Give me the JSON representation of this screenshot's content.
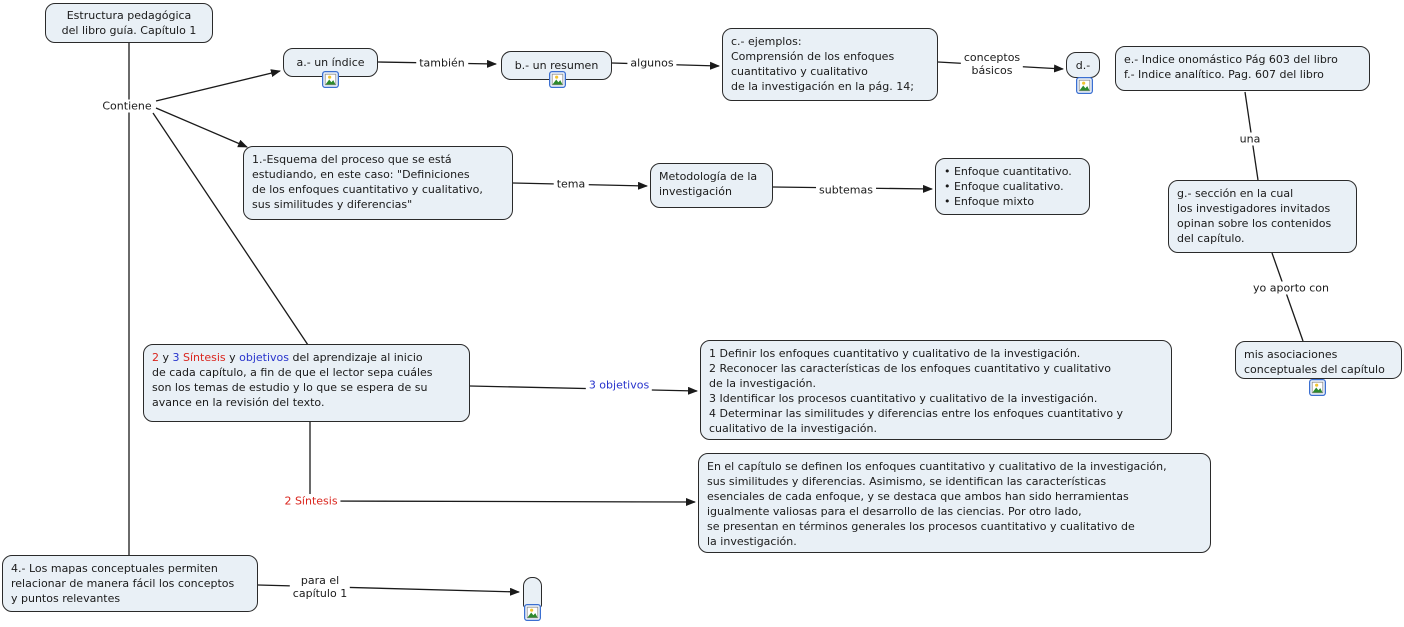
{
  "colors": {
    "node_fill": "#e9f0f6",
    "node_border": "#2a2a2a",
    "line": "#1a1a1a",
    "red": "#da251d",
    "blue": "#2733cc",
    "icon_border": "#3b6fd1"
  },
  "nodes": {
    "title": "Estructura pedagógica\ndel libro guía. Capítulo 1",
    "a_indice": "a.- un índice",
    "b_resumen": "b.- un resumen",
    "c_ejemplos": "c.- ejemplos:\nComprensión de los enfoques\ncuantitativo y cualitativo\nde la investigación en la pág. 14;",
    "d": "d.-",
    "ef_indices": "e.- Indice onomástico Pág 603 del libro\nf.- Indice analítico. Pag. 607 del libro",
    "g_seccion": "g.- sección en la cual\nlos investigadores invitados\nopinan sobre los contenidos\ndel capítulo.",
    "mis_asociaciones": "mis asociaciones\nconceptuales del capítulo",
    "esquema": "1.-Esquema del proceso que se está\nestudiando, en este caso: \"Definiciones\nde los enfoques cuantitativo y cualitativo,\nsus similitudes y diferencias\"",
    "metodologia": "Metodología de la\ninvestigación",
    "enfoques": "• Enfoque cuantitativo.\n• Enfoque cualitativo.\n• Enfoque mixto",
    "sintesis_objetivos": {
      "parts": [
        {
          "text": "2",
          "color": "red"
        },
        {
          "text": " y ",
          "color": "black"
        },
        {
          "text": "3",
          "color": "blue"
        },
        {
          "text": "  ",
          "color": "black"
        },
        {
          "text": "Síntesis",
          "color": "red"
        },
        {
          "text": " y ",
          "color": "black"
        },
        {
          "text": "objetivos",
          "color": "blue"
        },
        {
          "text": " del aprendizaje al inicio\nde cada capítulo, a fin de que el lector sepa cuáles\nson los temas de estudio y lo que se espera de su\navance en la revisión del texto.",
          "color": "black"
        }
      ]
    },
    "objetivos": "1 Definir los enfoques cuantitativo y cualitativo de la investigación.\n2 Reconocer las características de los enfoques cuantitativo y cualitativo\nde la investigación.\n3 Identificar los procesos cuantitativo y cualitativo de la investigación.\n4 Determinar las similitudes y diferencias entre los enfoques cuantitativo y\ncualitativo de la investigación.",
    "sintesis_parrafo": "En el capítulo se definen los enfoques cuantitativo y cualitativo de la investigación,\nsus similitudes y diferencias. Asimismo, se identifican las características\nesenciales de cada enfoque, y se destaca que ambos han sido herramientas\nigualmente valiosas para el desarrollo de las ciencias. Por otro lado,\nse presentan en términos generales los procesos cuantitativo y cualitativo de\nla investigación.",
    "mapas": "4.- Los mapas conceptuales permiten\nrelacionar de manera fácil los conceptos\ny puntos relevantes"
  },
  "links": {
    "contiene": "Contiene",
    "tambien": "también",
    "algunos": "algunos",
    "conceptos_basicos": "conceptos\nbásicos",
    "una": "una",
    "yo_aporto": "yo aporto con",
    "tema": "tema",
    "subtemas": "subtemas",
    "tres_objetivos": "3 objetivos",
    "dos_sintesis": "2 Síntesis",
    "para_el": "para el\ncapítulo 1"
  },
  "icons": {
    "image_resource": "image-resource-icon"
  }
}
